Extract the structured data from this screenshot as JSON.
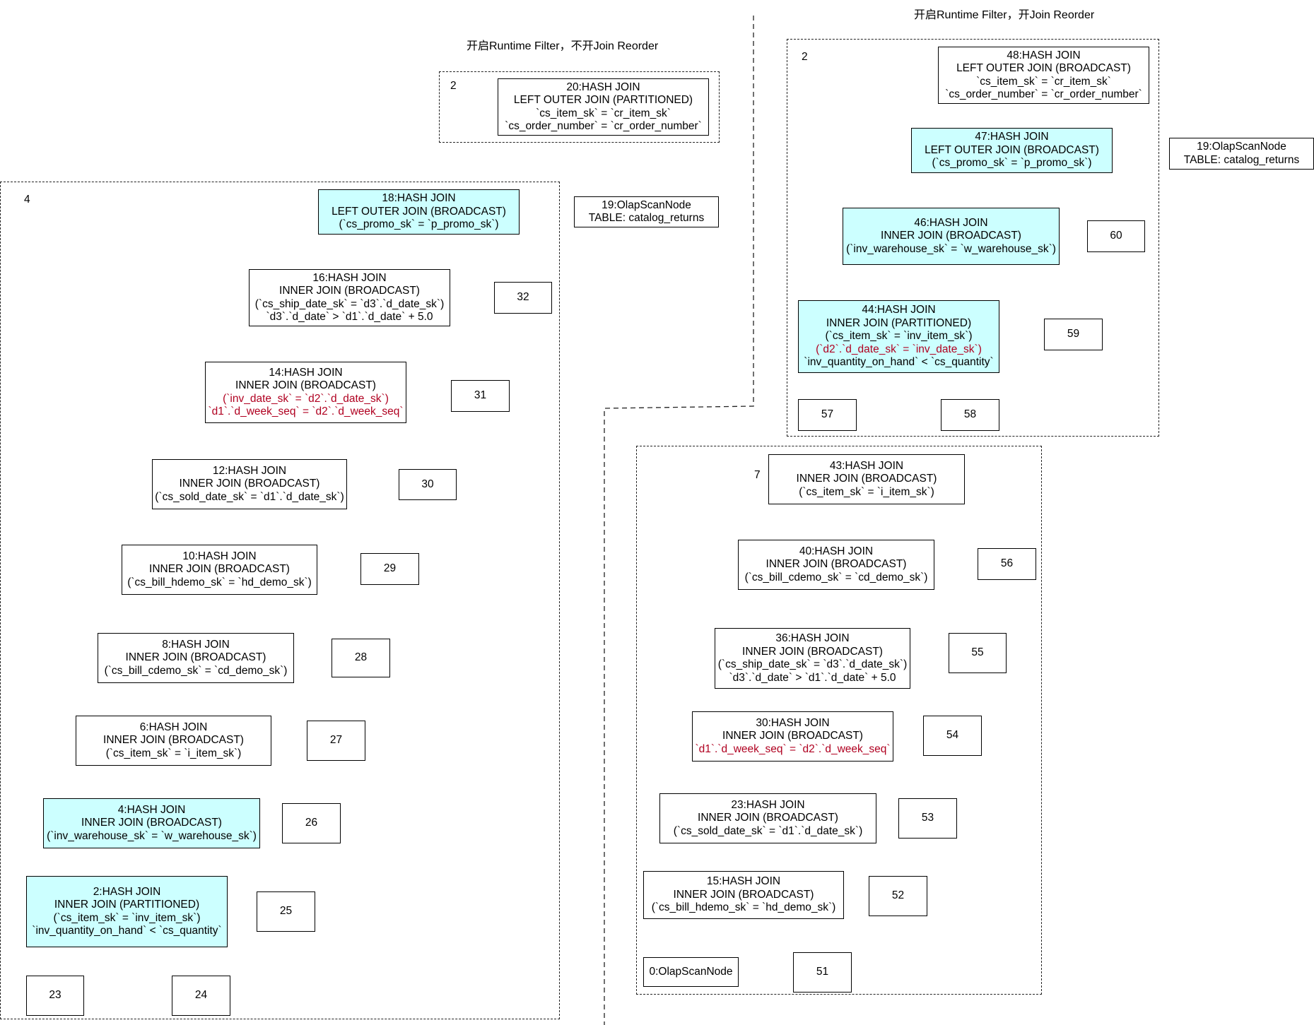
{
  "captions": {
    "left": "开启Runtime Filter，不开Join Reorder",
    "right": "开启Runtime Filter，开Join Reorder"
  },
  "fragment_labels": {
    "f2_left": "2",
    "f4": "4",
    "f2_right": "2",
    "f7": "7"
  },
  "nodes": {
    "n20": [
      "20:HASH JOIN",
      "LEFT OUTER JOIN (PARTITIONED)",
      "`cs_item_sk` = `cr_item_sk`",
      "`cs_order_number` = `cr_order_number`"
    ],
    "n19a": [
      "19:OlapScanNode",
      "TABLE: catalog_returns"
    ],
    "n18": [
      "18:HASH JOIN",
      "LEFT OUTER JOIN (BROADCAST)",
      "(`cs_promo_sk` = `p_promo_sk`)"
    ],
    "n16": [
      "16:HASH JOIN",
      "INNER JOIN (BROADCAST)",
      "(`cs_ship_date_sk` = `d3`.`d_date_sk`)",
      "`d3`.`d_date` > `d1`.`d_date` + 5.0"
    ],
    "n14": [
      "14:HASH JOIN",
      "INNER JOIN (BROADCAST)",
      "(`inv_date_sk` = `d2`.`d_date_sk`)",
      "`d1`.`d_week_seq` = `d2`.`d_week_seq`"
    ],
    "n12": [
      "12:HASH JOIN",
      "INNER JOIN (BROADCAST)",
      "(`cs_sold_date_sk` = `d1`.`d_date_sk`)"
    ],
    "n10": [
      "10:HASH JOIN",
      "INNER JOIN (BROADCAST)",
      "(`cs_bill_hdemo_sk` = `hd_demo_sk`)"
    ],
    "n8": [
      "8:HASH JOIN",
      "INNER JOIN (BROADCAST)",
      "(`cs_bill_cdemo_sk` = `cd_demo_sk`)"
    ],
    "n6": [
      "6:HASH JOIN",
      "INNER JOIN (BROADCAST)",
      "(`cs_item_sk` = `i_item_sk`)"
    ],
    "n4": [
      "4:HASH JOIN",
      "INNER JOIN (BROADCAST)",
      "(`inv_warehouse_sk` = `w_warehouse_sk`)"
    ],
    "n2": [
      "2:HASH JOIN",
      "INNER JOIN (PARTITIONED)",
      "(`cs_item_sk` = `inv_item_sk`)",
      "`inv_quantity_on_hand` < `cs_quantity`"
    ],
    "n48": [
      "48:HASH JOIN",
      "LEFT OUTER JOIN (BROADCAST)",
      "`cs_item_sk` = `cr_item_sk`",
      "`cs_order_number` = `cr_order_number`"
    ],
    "n47": [
      "47:HASH JOIN",
      "LEFT OUTER JOIN (BROADCAST)",
      "(`cs_promo_sk` = `p_promo_sk`)"
    ],
    "n46": [
      "46:HASH JOIN",
      "INNER JOIN (BROADCAST)",
      "(`inv_warehouse_sk` = `w_warehouse_sk`)"
    ],
    "n44": [
      "44:HASH JOIN",
      "INNER JOIN (PARTITIONED)",
      "(`cs_item_sk` = `inv_item_sk`)",
      "(`d2`.`d_date_sk` = `inv_date_sk`)",
      "`inv_quantity_on_hand` < `cs_quantity`"
    ],
    "n19b": [
      "19:OlapScanNode",
      "TABLE: catalog_returns"
    ],
    "n43": [
      "43:HASH JOIN",
      "INNER JOIN (BROADCAST)",
      "(`cs_item_sk` = `i_item_sk`)"
    ],
    "n40": [
      "40:HASH JOIN",
      "INNER JOIN (BROADCAST)",
      "(`cs_bill_cdemo_sk` = `cd_demo_sk`)"
    ],
    "n36": [
      "36:HASH JOIN",
      "INNER JOIN (BROADCAST)",
      "(`cs_ship_date_sk` = `d3`.`d_date_sk`)",
      "`d3`.`d_date` > `d1`.`d_date` + 5.0"
    ],
    "n30": [
      "30:HASH JOIN",
      "INNER JOIN (BROADCAST)",
      "`d1`.`d_week_seq` = `d2`.`d_week_seq`"
    ],
    "n23": [
      "23:HASH JOIN",
      "INNER JOIN (BROADCAST)",
      "(`cs_sold_date_sk` = `d1`.`d_date_sk`)"
    ],
    "n15": [
      "15:HASH JOIN",
      "INNER JOIN (BROADCAST)",
      "(`cs_bill_hdemo_sk` = `hd_demo_sk`)"
    ],
    "n0": [
      "0:OlapScanNode"
    ]
  },
  "boxes": {
    "b32": "32",
    "b31": "31",
    "b30": "30",
    "b29": "29",
    "b28": "28",
    "b27": "27",
    "b26": "26",
    "b25": "25",
    "b23": "23",
    "b24": "24",
    "b60": "60",
    "b59": "59",
    "b57": "57",
    "b58": "58",
    "b56": "56",
    "b55": "55",
    "b54": "54",
    "b53": "53",
    "b52": "52",
    "b51": "51"
  },
  "colors": {
    "highlight": "#ccffff",
    "predicate_red": "#b00020"
  }
}
